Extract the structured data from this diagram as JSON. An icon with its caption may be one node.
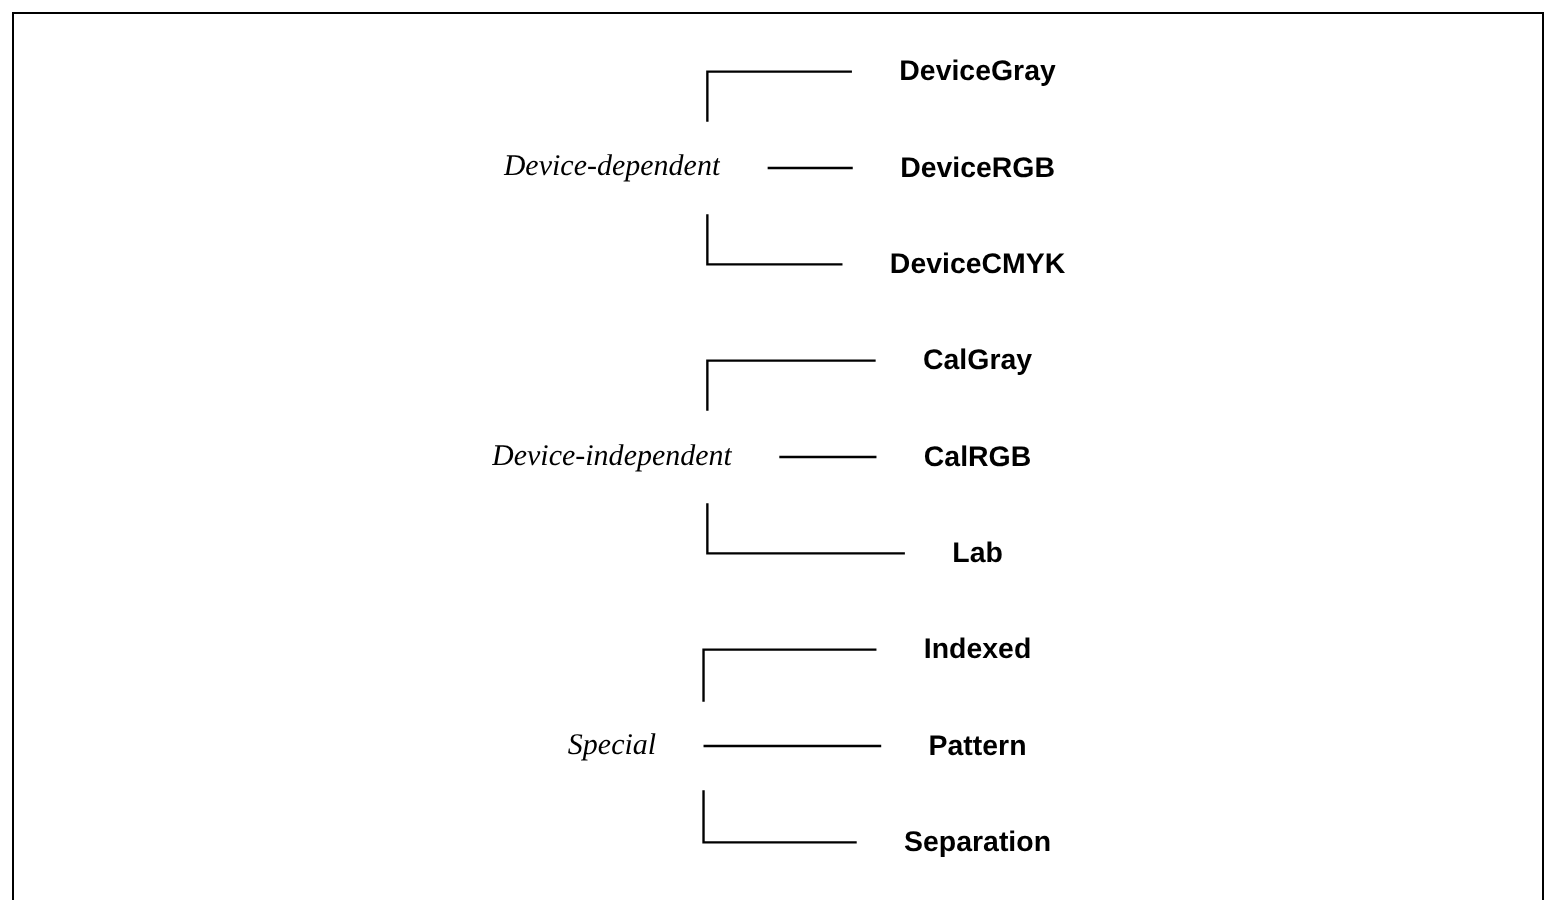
{
  "diagram": {
    "nodes": [
      {
        "text": [
          "Device-dependent"
        ]
      },
      {
        "text": [
          "DeviceGray"
        ]
      },
      {
        "text": [
          "DeviceRGB"
        ]
      },
      {
        "text": [
          "DeviceCMYK"
        ]
      },
      {
        "text": [
          "Device-independent"
        ]
      },
      {
        "text": [
          "CalGray"
        ]
      },
      {
        "text": [
          "CalRGB"
        ]
      },
      {
        "text": [
          "Lab"
        ]
      },
      {
        "text": [
          "Special"
        ]
      },
      {
        "text": [
          "Indexed"
        ]
      },
      {
        "text": [
          "Pattern"
        ]
      },
      {
        "text": [
          "Separation"
        ]
      }
    ],
    "edges": [
      {
        "from": 0,
        "to": 1,
        "arrow": "none"
      },
      {
        "from": 0,
        "to": 2,
        "arrow": "none"
      },
      {
        "from": 0,
        "to": 3,
        "arrow": "none"
      },
      {
        "from": 4,
        "to": 5,
        "arrow": "none"
      },
      {
        "from": 4,
        "to": 6,
        "arrow": "none"
      },
      {
        "from": 4,
        "to": 7,
        "arrow": "none"
      },
      {
        "from": 8,
        "to": 9,
        "arrow": "none"
      },
      {
        "from": 8,
        "to": 10,
        "arrow": "none"
      },
      {
        "from": 8,
        "to": 11,
        "arrow": "none"
      }
    ]
  }
}
